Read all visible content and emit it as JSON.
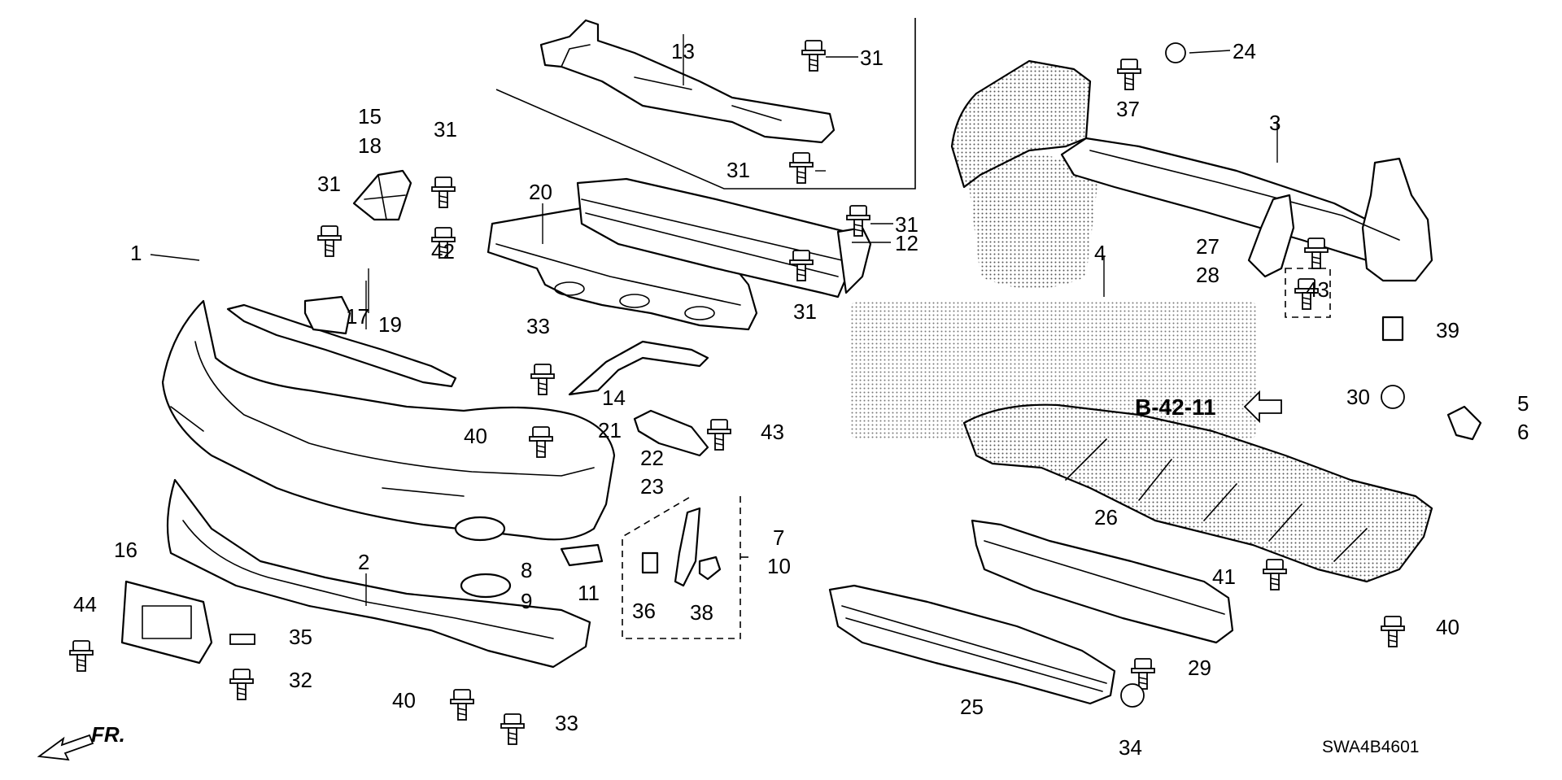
{
  "diagram": {
    "callouts": [
      "1",
      "2",
      "3",
      "4",
      "5",
      "6",
      "7",
      "8",
      "9",
      "10",
      "11",
      "12",
      "13",
      "14",
      "15",
      "16",
      "17",
      "18",
      "19",
      "20",
      "21",
      "22",
      "23",
      "24",
      "25",
      "26",
      "27",
      "28",
      "29",
      "30",
      "31",
      "31",
      "31",
      "31",
      "31",
      "31",
      "32",
      "33",
      "33",
      "34",
      "35",
      "36",
      "37",
      "38",
      "39",
      "40",
      "40",
      "40",
      "41",
      "42",
      "43",
      "43",
      "44"
    ],
    "reference": "B-42-11",
    "drawing_code": "SWA4B4601",
    "front_label": "FR."
  }
}
